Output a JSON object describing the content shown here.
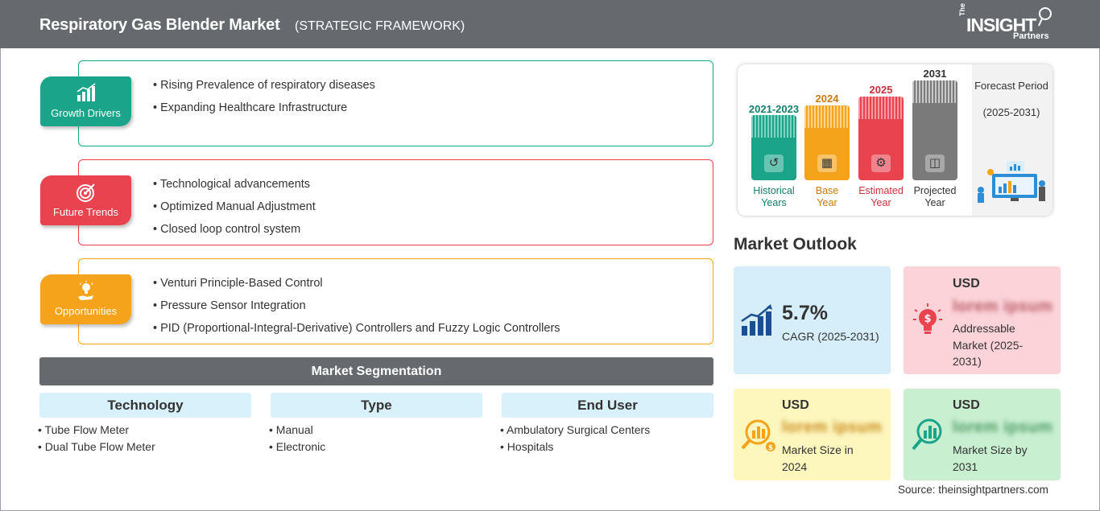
{
  "header": {
    "title": "Respiratory Gas Blender Market",
    "subtitle": "(STRATEGIC FRAMEWORK)",
    "logo_the": "The",
    "logo_insight": "INSIGHT",
    "logo_partners": "Partners"
  },
  "framework": [
    {
      "label": "Growth Drivers",
      "icon": "growth-chart-icon",
      "color": "#1aa58a",
      "items": [
        "Rising Prevalence of respiratory diseases",
        "Expanding Healthcare Infrastructure"
      ]
    },
    {
      "label": "Future Trends",
      "icon": "target-icon",
      "color": "#e8434f",
      "items": [
        "Technological advancements",
        "Optimized Manual Adjustment",
        "Closed loop control system"
      ]
    },
    {
      "label": "Opportunities",
      "icon": "lightbulb-hand-icon",
      "color": "#f5a31a",
      "items": [
        "Venturi Principle-Based Control",
        "Pressure Sensor Integration",
        "PID (Proportional-Integral-Derivative) Controllers and Fuzzy Logic Controllers"
      ]
    }
  ],
  "segmentation": {
    "title": "Market Segmentation",
    "columns": [
      {
        "header": "Technology",
        "items": [
          "Tube Flow Meter",
          "Dual Tube Flow Meter"
        ]
      },
      {
        "header": "Type",
        "items": [
          "Manual",
          "Electronic"
        ]
      },
      {
        "header": "End User",
        "items": [
          "Ambulatory Surgical Centers",
          "Hospitals"
        ]
      }
    ]
  },
  "timeline": {
    "bars": [
      {
        "year": "2021-2023",
        "label_line1": "Historical",
        "label_line2": "Years",
        "color": "#1aa58a",
        "icon": "history-clock-icon"
      },
      {
        "year": "2024",
        "label_line1": "Base",
        "label_line2": "Year",
        "color": "#f5a31a",
        "icon": "calendar-icon"
      },
      {
        "year": "2025",
        "label_line1": "Estimated",
        "label_line2": "Year",
        "color": "#e8434f",
        "icon": "estimate-gears-icon"
      },
      {
        "year": "2031",
        "label_line1": "Projected",
        "label_line2": "Year",
        "color": "#7a7a7a",
        "icon": "presentation-chart-icon"
      }
    ],
    "forecast_title": "Forecast Period",
    "forecast_range": "(2025-2031)"
  },
  "outlook": {
    "title": "Market Outlook",
    "cagr_value": "5.7%",
    "cagr_label": "CAGR (2025-2031)",
    "addressable_currency": "USD",
    "addressable_value": "lorem ipsum",
    "addressable_label": "Addressable Market (2025-2031)",
    "size2024_currency": "USD",
    "size2024_value": "lorem ipsum",
    "size2024_label": "Market Size in 2024",
    "size2031_currency": "USD",
    "size2031_value": "lorem ipsum",
    "size2031_label": "Market Size by 2031",
    "colors": {
      "cagr": "#d6eef9",
      "addressable": "#fbd3d8",
      "size2024": "#fdf6bd",
      "size2031": "#c7efd0"
    }
  },
  "source": "Source: theinsightpartners.com"
}
